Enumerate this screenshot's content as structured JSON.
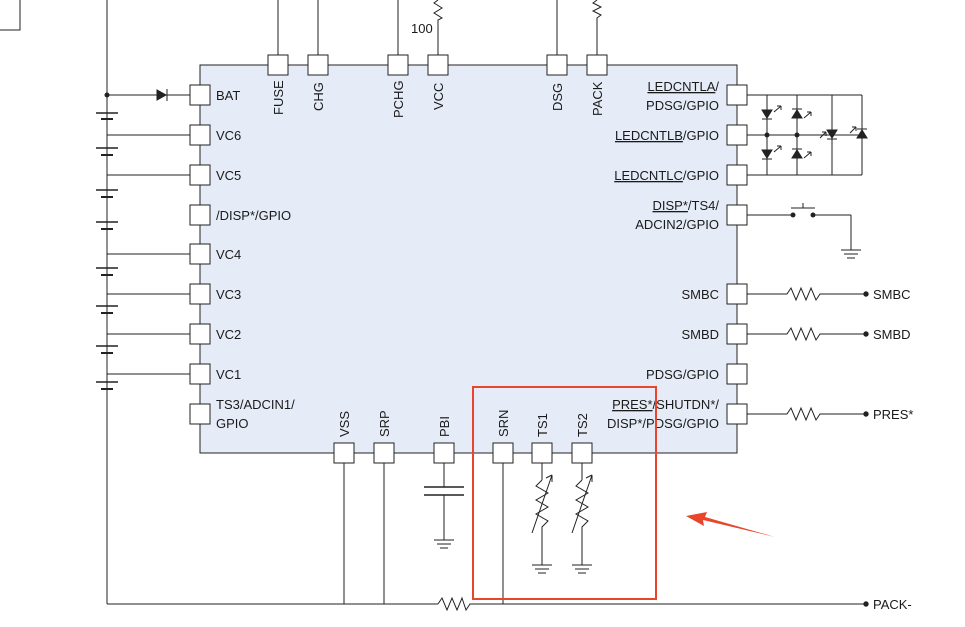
{
  "ic": {
    "fill": "#e6ecf7",
    "left_pins": {
      "bat": "BAT",
      "vc6": "VC6",
      "vc5": "VC5",
      "disp_gpio": "/DISP*/GPIO",
      "vc4": "VC4",
      "vc3": "VC3",
      "vc2": "VC2",
      "vc1": "VC1",
      "ts3_line1": "TS3/ADCIN1/",
      "ts3_line2": "GPIO"
    },
    "top_pins": {
      "fuse": "FUSE",
      "chg": "CHG",
      "pchg": "PCHG",
      "vcc": "VCC",
      "dsg": "DSG",
      "pack": "PACK"
    },
    "right_pins": {
      "ledcntla_name": "LEDCNTLA",
      "ledcntla_suffix": "/",
      "ledcntla_line2": "PDSG/GPIO",
      "ledcntlb_name": "LEDCNTLB",
      "ledcntlb_suffix": "/GPIO",
      "ledcntlc_name": "LEDCNTLC",
      "ledcntlc_suffix": "/GPIO",
      "disp_name": "DISP*",
      "disp_suffix": "/TS4/",
      "disp_line2": "ADCIN2/GPIO",
      "smbc": "SMBC",
      "smbd": "SMBD",
      "pdsg_gpio": "PDSG/GPIO",
      "pres_name": "PRES*",
      "pres_suffix": "/SHUTDN*/",
      "pres_line2": "DISP*/PDSG/GPIO"
    },
    "bottom_pins": {
      "vss": "VSS",
      "srp": "SRP",
      "pbi": "PBI",
      "srn": "SRN",
      "ts1": "TS1",
      "ts2": "TS2"
    }
  },
  "external": {
    "resistor_value": "100",
    "smbc": "SMBC",
    "smbd": "SMBD",
    "pres": "PRES*",
    "pack_minus": "PACK-"
  },
  "annotation": {
    "highlight_color": "#e8452c",
    "arrow_color": "#e8452c"
  }
}
